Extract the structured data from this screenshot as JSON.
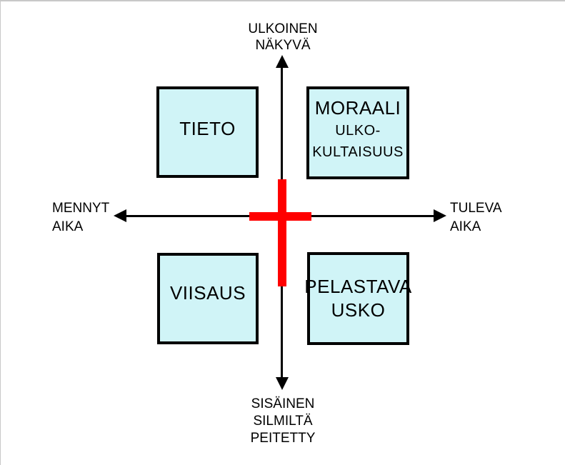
{
  "diagram": {
    "axis_labels": {
      "top_lines": [
        "ULKOINEN",
        "NÄKYVÄ"
      ],
      "bottom_lines": [
        "SISÄINEN",
        "SILMILTÄ",
        "PEITETTY"
      ],
      "left_lines": [
        "MENNYT",
        "AIKA"
      ],
      "right_lines": [
        "TULEVA",
        "AIKA"
      ]
    },
    "boxes": {
      "top_left": {
        "label": "TIETO"
      },
      "top_right": {
        "title": "MORAALI",
        "sub_lines": [
          "ULKO-",
          "KULTAISUUS"
        ]
      },
      "bottom_left": {
        "label": "VIISAUS"
      },
      "bottom_right": {
        "line1": "PELASTAVA",
        "line2": "USKO"
      }
    }
  },
  "colors": {
    "background": "#ffffff",
    "frame_border": "#c8c8c8",
    "axis": "#000000",
    "cross": "#ff0000",
    "box_fill": "#d0f4f7",
    "box_border": "#000000",
    "text": "#000000"
  }
}
